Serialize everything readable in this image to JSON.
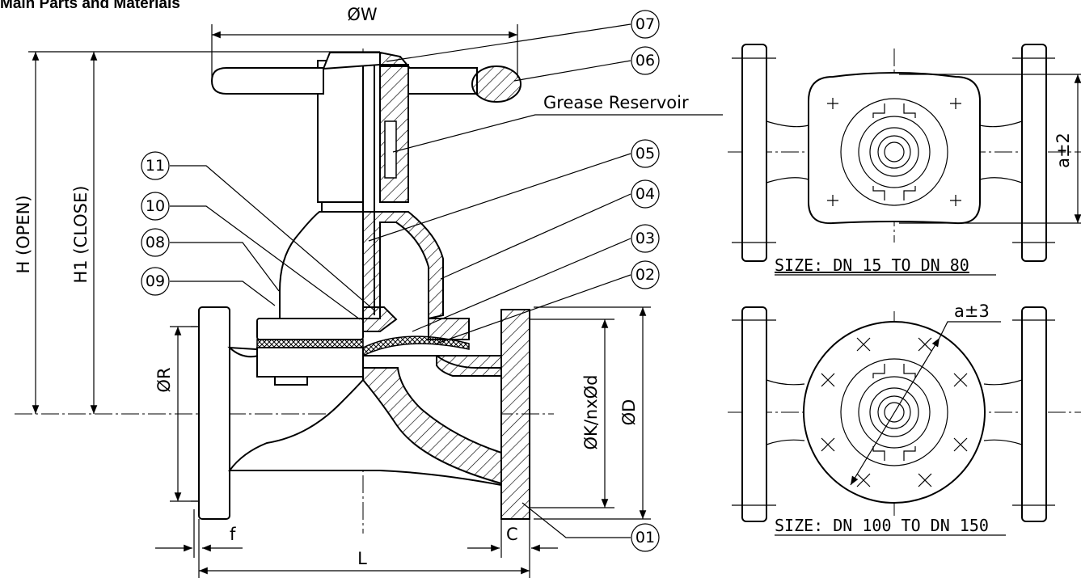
{
  "heading": "Main Parts and Materials",
  "dimensions": {
    "w": "ØW",
    "h_open": "H (OPEN)",
    "h1_close": "H1 (CLOSE)",
    "r": "ØR",
    "k": "ØK/nxØd",
    "d": "ØD",
    "l": "L",
    "f": "f",
    "c": "C",
    "a2": "a±2",
    "a3": "a±3"
  },
  "labels": {
    "grease_reservoir": "Grease Reservoir",
    "size_small": "SIZE: DN 15 TO DN 80",
    "size_large": "SIZE: DN 100 TO DN 150"
  },
  "callouts": [
    "07",
    "06",
    "05",
    "04",
    "03",
    "02",
    "01",
    "11",
    "10",
    "08",
    "09"
  ]
}
